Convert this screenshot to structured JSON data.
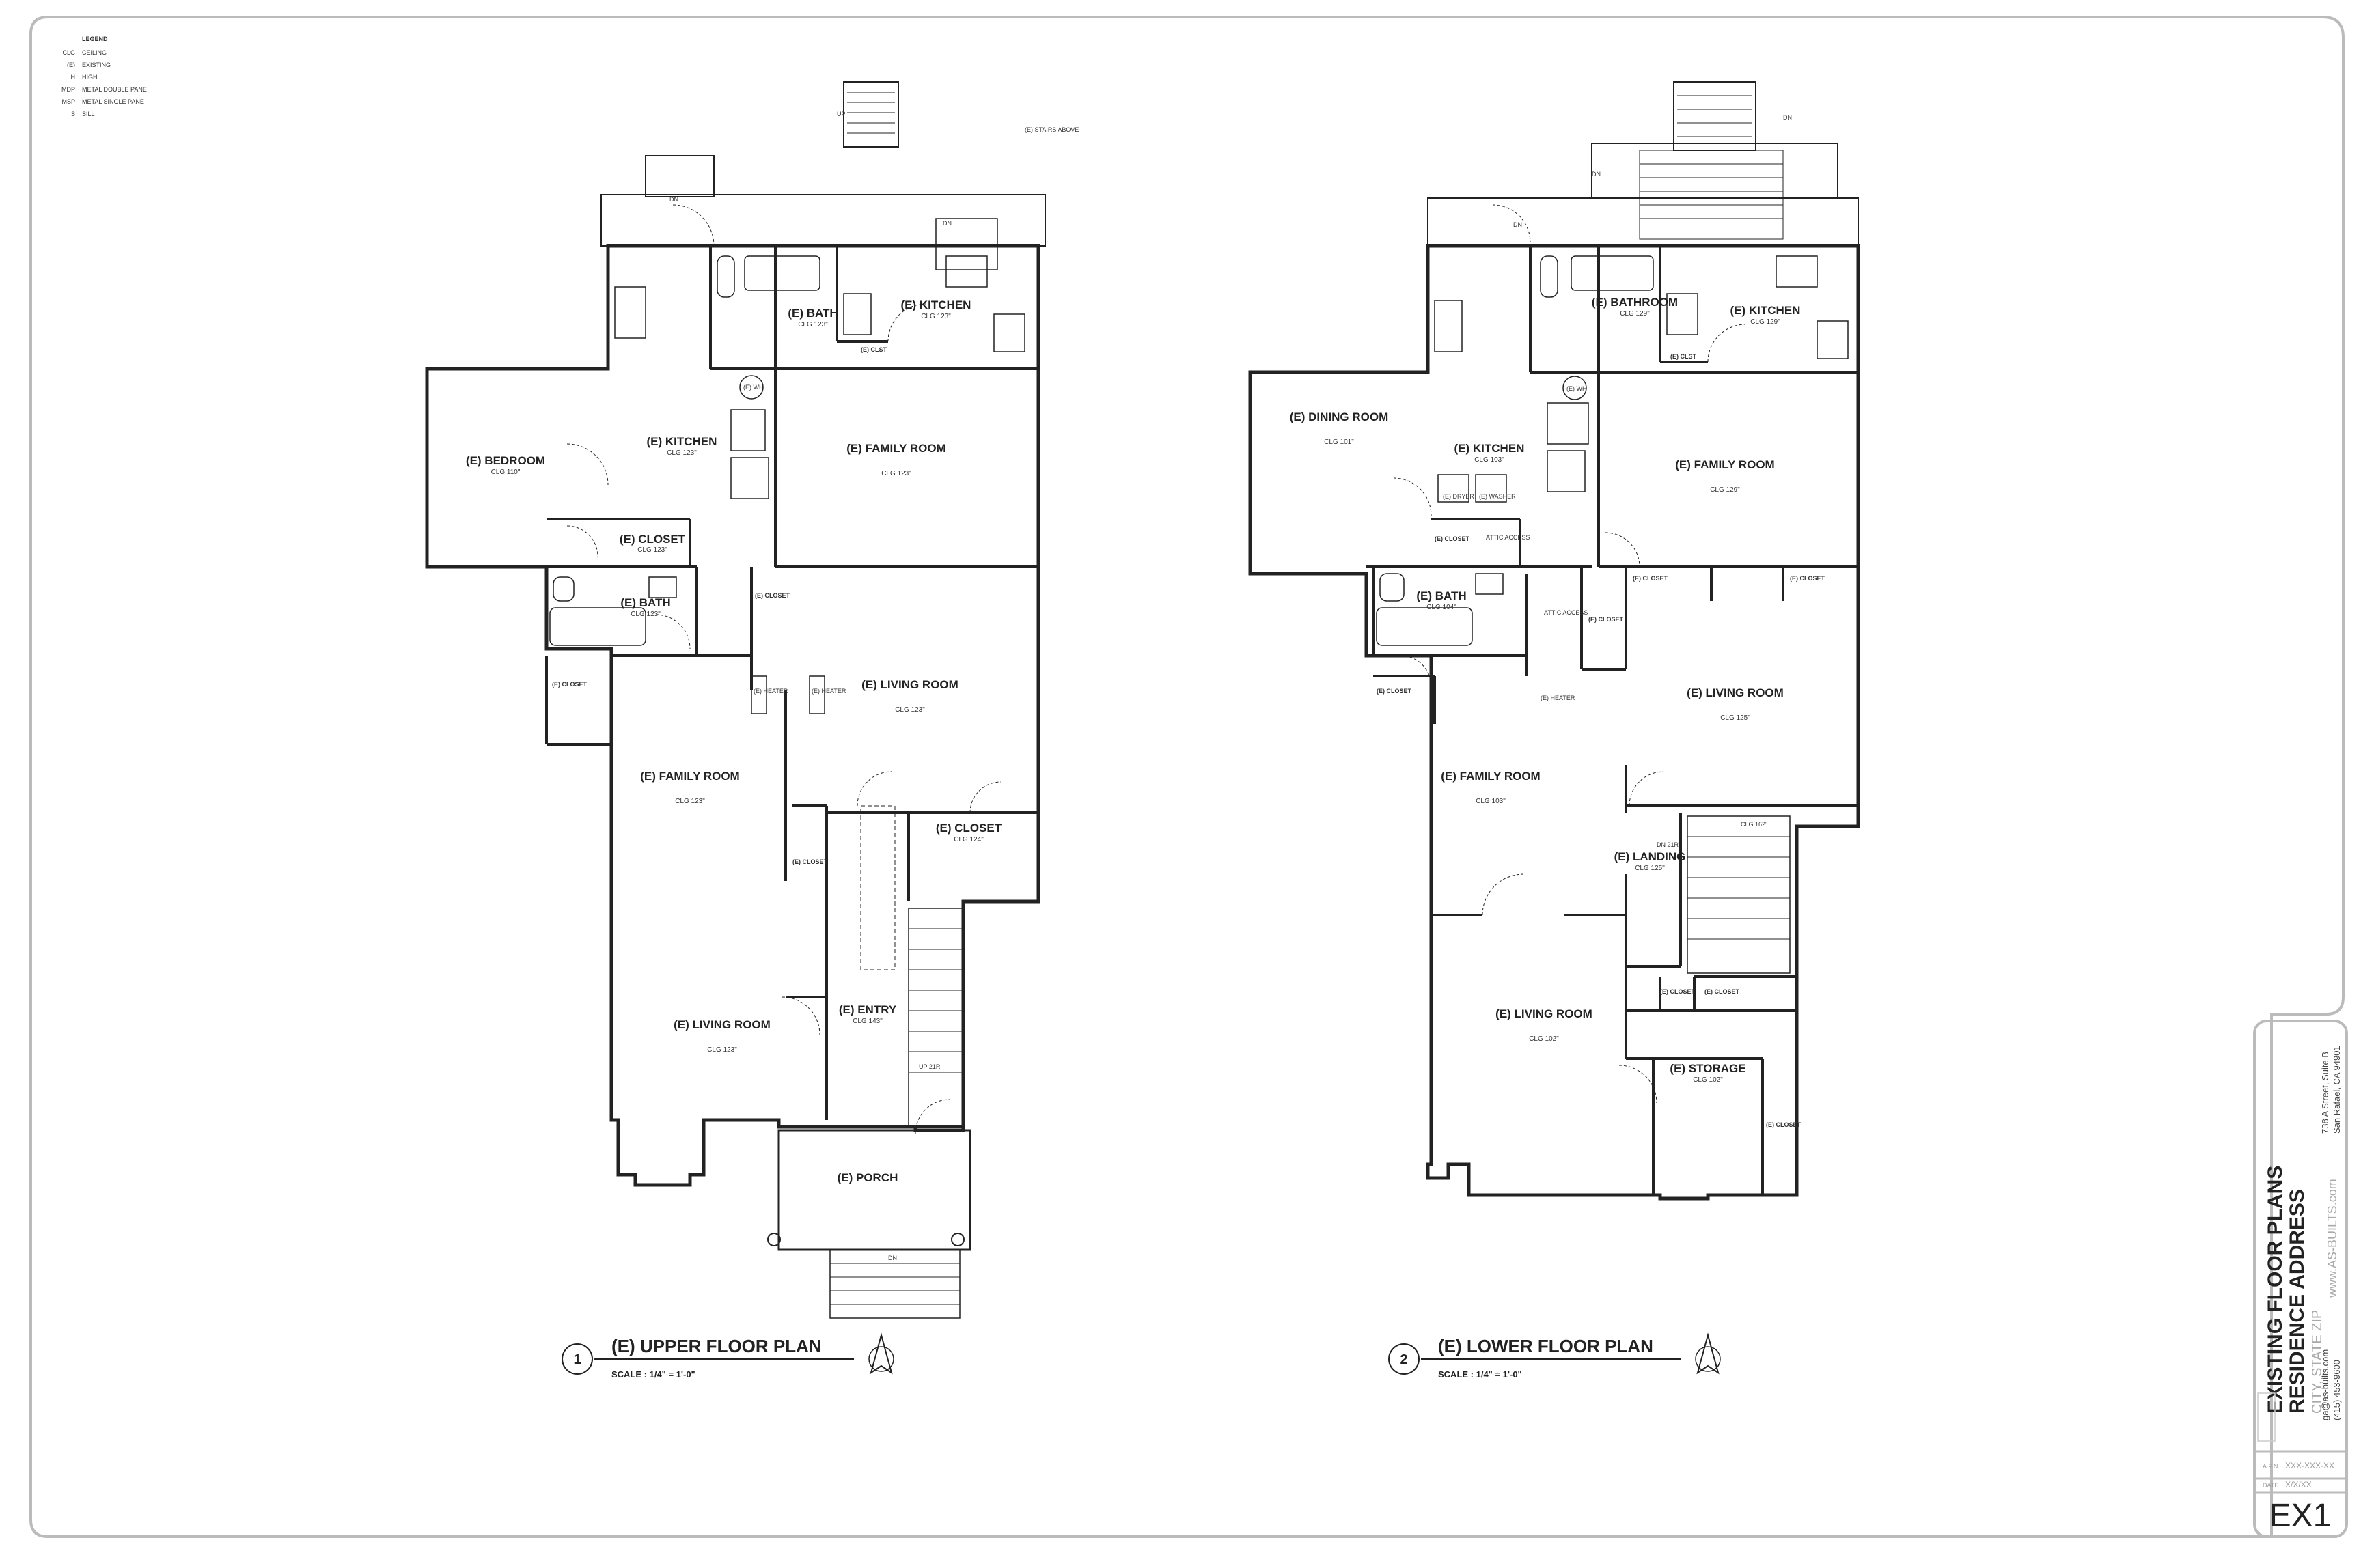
{
  "legend": {
    "title": "LEGEND",
    "items": [
      {
        "abbr": "CLG",
        "desc": "CEILING"
      },
      {
        "abbr": "(E)",
        "desc": "EXISTING"
      },
      {
        "abbr": "H",
        "desc": "HIGH"
      },
      {
        "abbr": "MDP",
        "desc": "METAL DOUBLE PANE"
      },
      {
        "abbr": "MSP",
        "desc": "METAL SINGLE PANE"
      },
      {
        "abbr": "S",
        "desc": "SILL"
      }
    ]
  },
  "upper_plan": {
    "number": "1",
    "title": "(E) UPPER FLOOR PLAN",
    "scale": "SCALE : 1/4\" = 1'-0\"",
    "rooms": [
      {
        "name": "(E) BATH",
        "clg": "CLG 123\""
      },
      {
        "name": "(E) KITCHEN",
        "clg": "CLG 123\""
      },
      {
        "name": "(E) BEDROOM",
        "clg": "CLG 110\""
      },
      {
        "name": "(E) KITCHEN",
        "clg": "CLG 123\""
      },
      {
        "name": "(E) FAMILY ROOM",
        "clg": "CLG 123\""
      },
      {
        "name": "(E) CLOSET",
        "clg": "CLG 123\""
      },
      {
        "name": "(E) BATH",
        "clg": "CLG 123\""
      },
      {
        "name": "(E) LIVING ROOM",
        "clg": "CLG 123\""
      },
      {
        "name": "(E) FAMILY ROOM",
        "clg": "CLG 123\""
      },
      {
        "name": "(E) CLOSET",
        "clg": "CLG 124\""
      },
      {
        "name": "(E) LIVING ROOM",
        "clg": "CLG 123\""
      },
      {
        "name": "(E) ENTRY",
        "clg": "CLG 143\""
      },
      {
        "name": "(E) PORCH",
        "clg": ""
      }
    ],
    "notes": [
      "UP",
      "(E) STAIRS ABOVE",
      "DN",
      "DN",
      "DN",
      "(E) CLST",
      "(E) CLOSET",
      "(E) HEATER",
      "(E) HEATER",
      "(E) CLOSET",
      "(E) CLOSET",
      "UP 21R",
      "(E) WH"
    ]
  },
  "lower_plan": {
    "number": "2",
    "title": "(E) LOWER FLOOR PLAN",
    "scale": "SCALE : 1/4\" = 1'-0\"",
    "rooms": [
      {
        "name": "(E) BATHROOM",
        "clg": "CLG 129\""
      },
      {
        "name": "(E) KITCHEN",
        "clg": "CLG 129\""
      },
      {
        "name": "(E) DINING ROOM",
        "clg": "CLG 101\""
      },
      {
        "name": "(E) KITCHEN",
        "clg": "CLG 103\""
      },
      {
        "name": "(E) FAMILY ROOM",
        "clg": "CLG 129\""
      },
      {
        "name": "(E) BATH",
        "clg": "CLG 104\""
      },
      {
        "name": "(E) LIVING ROOM",
        "clg": "CLG 125\""
      },
      {
        "name": "(E) FAMILY ROOM",
        "clg": "CLG 103\""
      },
      {
        "name": "(E) LANDING",
        "clg": "CLG 125\""
      },
      {
        "name": "(E) LIVING ROOM",
        "clg": "CLG 102\""
      },
      {
        "name": "(E) STORAGE",
        "clg": "CLG 102\""
      }
    ],
    "notes": [
      "DN",
      "DN",
      "DN",
      "(E) CLST",
      "(E) WH",
      "(E) DRYER",
      "(E) WASHER",
      "(E) CLOSET",
      "ATTIC ACCESS",
      "ATTIC ACCESS",
      "(E) CLOSET",
      "(E) CLOSET",
      "(E) CLOSET",
      "(E) HEATER",
      "(E) CLOSET",
      "(E) CLOSET",
      "(E) CLOSET",
      "(E) CLOSET",
      "DN 21R",
      "CLG 162\""
    ]
  },
  "title_block": {
    "sheet_title": "EXISTING FLOOR PLANS",
    "project": "RESIDENCE ADDRESS",
    "city": "CITY, STATE ZIP",
    "website": "www.AS-BUILTS.com",
    "address_1": "738 A Street, Suite B",
    "address_2": "San Rafael, CA 94901",
    "email": "ga@as-builts.com",
    "phone": "(415) 453-9600",
    "apn_label": "A.P.N.",
    "apn": "XXX-XXX-XX",
    "date_label": "DATE",
    "date": "X/X/XX",
    "sheet_number": "EX1"
  },
  "colors": {
    "line": "#222222",
    "border": "#bbbbbb"
  }
}
